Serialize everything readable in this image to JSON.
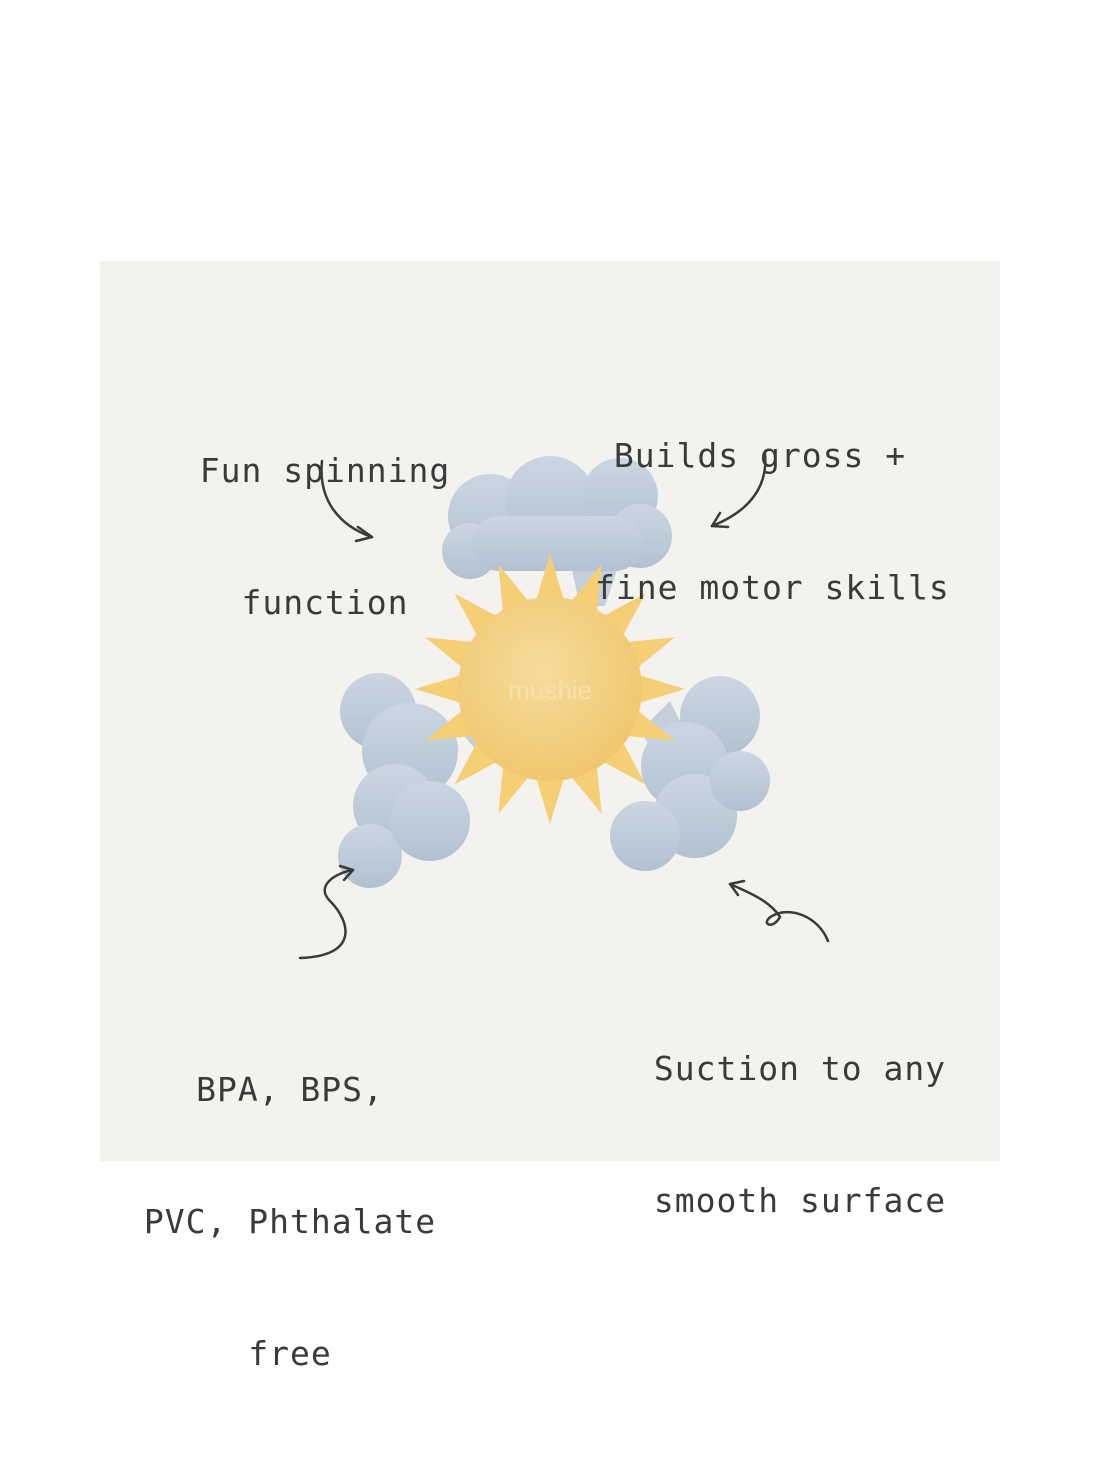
{
  "callouts": {
    "top_left": [
      "Fun spinning",
      "function"
    ],
    "top_right": [
      "Builds gross +",
      "fine motor skills"
    ],
    "bottom_left": [
      "BPA, BPS,",
      "PVC, Phthalate",
      "free"
    ],
    "bottom_right": [
      "Suction to any",
      "smooth surface"
    ]
  },
  "product": {
    "brand_mark": "mushie",
    "colors": {
      "cloud": "#bfcbd8",
      "sun_rays": "#f5cf76",
      "sun_face": "#f3d48a",
      "background": "#f3f2ee",
      "ink": "#3a3a3a"
    }
  }
}
